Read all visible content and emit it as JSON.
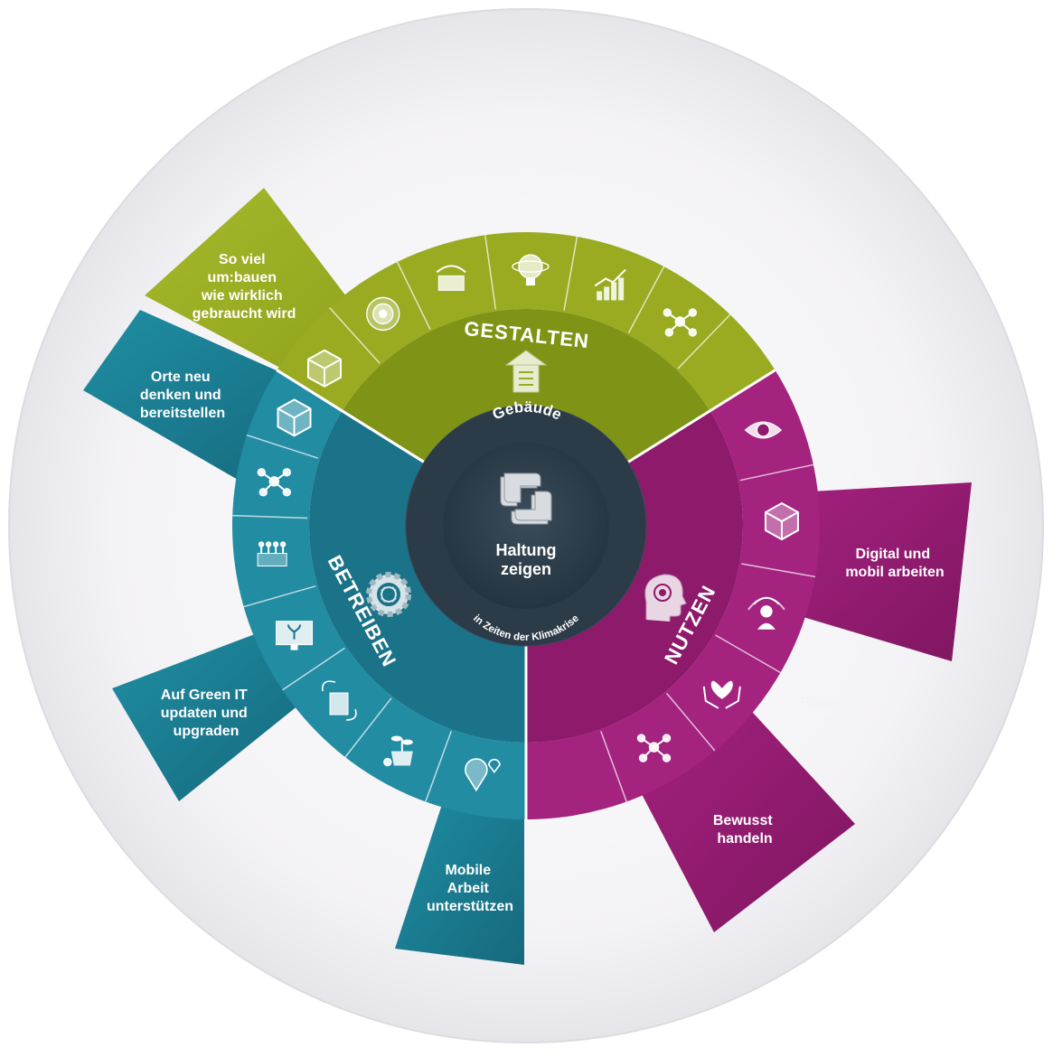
{
  "center": {
    "title_line1": "Haltung",
    "title_line2": "zeigen",
    "ring_label": "Gebäude",
    "ring_sub": "in Zeiten der Klimakrise",
    "icon": "hands-circle-icon"
  },
  "segments": {
    "gestalten": {
      "title": "GESTALTEN",
      "color": "#9aab22",
      "icon": "building-documents-icon"
    },
    "nutzen": {
      "title": "NUTZEN",
      "color": "#8e1a6b",
      "icon": "head-brain-icon"
    },
    "betreiben": {
      "title": "BETREIBEN",
      "color": "#1a7388",
      "icon": "gear-icon"
    }
  },
  "petals": {
    "gestalten": [
      "So viel",
      "um:bauen",
      "wie wirklich",
      "gebraucht wird"
    ],
    "orte": [
      "Orte neu",
      "denken und",
      "bereitstellen"
    ],
    "green_it": [
      "Auf Green IT",
      "updaten und",
      "upgraden"
    ],
    "mobile": [
      "Mobile",
      "Arbeit",
      "unterstützen"
    ],
    "digital": [
      "Digital und",
      "mobil arbeiten"
    ],
    "raeume": [
      "Räume smart",
      "nutzen"
    ],
    "bewusst": [
      "Bewusst",
      "handeln"
    ]
  },
  "ring_icons": {
    "gestalten": [
      "cube-icon",
      "target-icon",
      "recycle-box-icon",
      "bulb-globe-icon",
      "growth-chart-icon",
      "network-icon"
    ],
    "nutzen": [
      "eye-icon",
      "cube-icon",
      "person-signal-icon",
      "hands-heart-icon",
      "network-icon"
    ],
    "betreiben": [
      "location-question-icon",
      "plant-pot-icon",
      "recycle-bin-icon",
      "monitor-plant-icon",
      "server-icon",
      "network-icon",
      "cube-icon"
    ]
  },
  "colors": {
    "green": "#9aab22",
    "green_dark": "#7f9416",
    "teal": "#1a7388",
    "teal_light": "#228ca3",
    "purple": "#8e1a6b",
    "purple_light": "#a3237f",
    "center_dark": "#2f3f4d",
    "background_disc": "#eeedf1"
  }
}
